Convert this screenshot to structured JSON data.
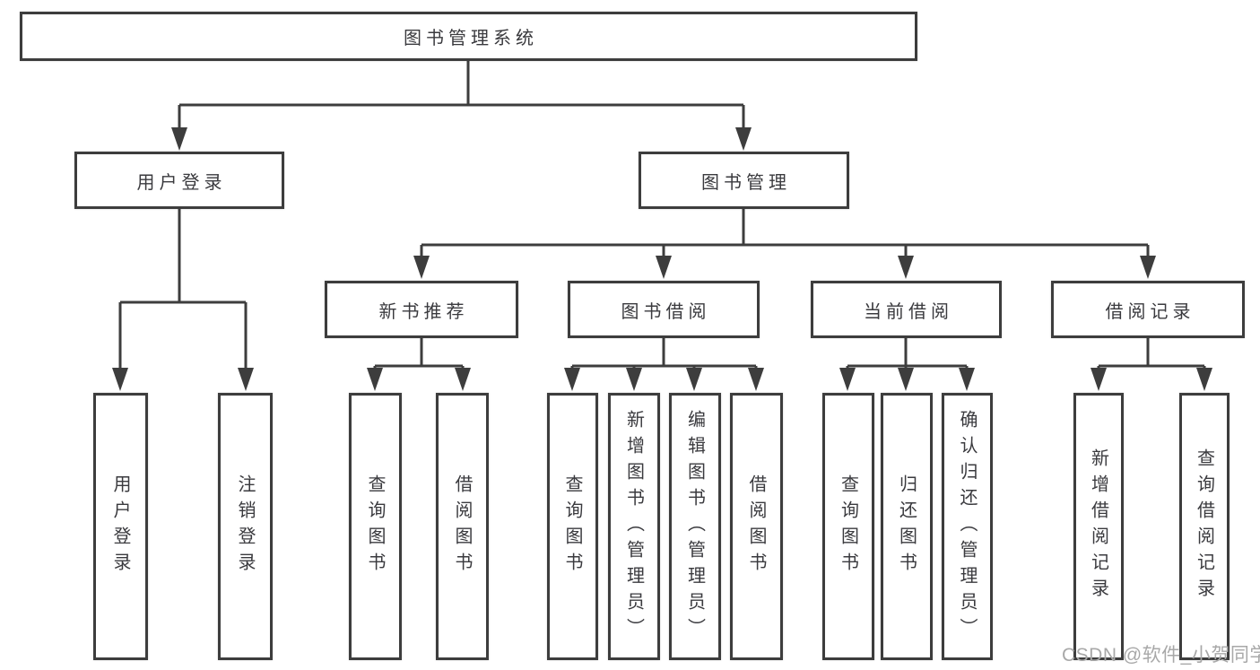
{
  "tree": {
    "root": {
      "label": "图书管理系统",
      "children": [
        {
          "label": "用户登录",
          "children": [
            {
              "label": "用户登录"
            },
            {
              "label": "注销登录"
            }
          ]
        },
        {
          "label": "图书管理",
          "children": [
            {
              "label": "新书推荐",
              "children": [
                {
                  "label": "查询图书"
                },
                {
                  "label": "借阅图书"
                }
              ]
            },
            {
              "label": "图书借阅",
              "children": [
                {
                  "label": "查询图书"
                },
                {
                  "label": "新增图书（管理员）"
                },
                {
                  "label": "编辑图书（管理员）"
                },
                {
                  "label": "借阅图书"
                }
              ]
            },
            {
              "label": "当前借阅",
              "children": [
                {
                  "label": "查询图书"
                },
                {
                  "label": "归还图书"
                },
                {
                  "label": "确认归还（管理员）"
                }
              ]
            },
            {
              "label": "借阅记录",
              "children": [
                {
                  "label": "新增借阅记录"
                },
                {
                  "label": "查询借阅记录"
                }
              ]
            }
          ]
        }
      ]
    }
  },
  "watermark": {
    "text": "CSDN @软件_小贺同学"
  },
  "colors": {
    "line": "#3d3d3d",
    "text": "#3a3a3e",
    "watermark": "#a8a8a8",
    "background": "#ffffff"
  }
}
